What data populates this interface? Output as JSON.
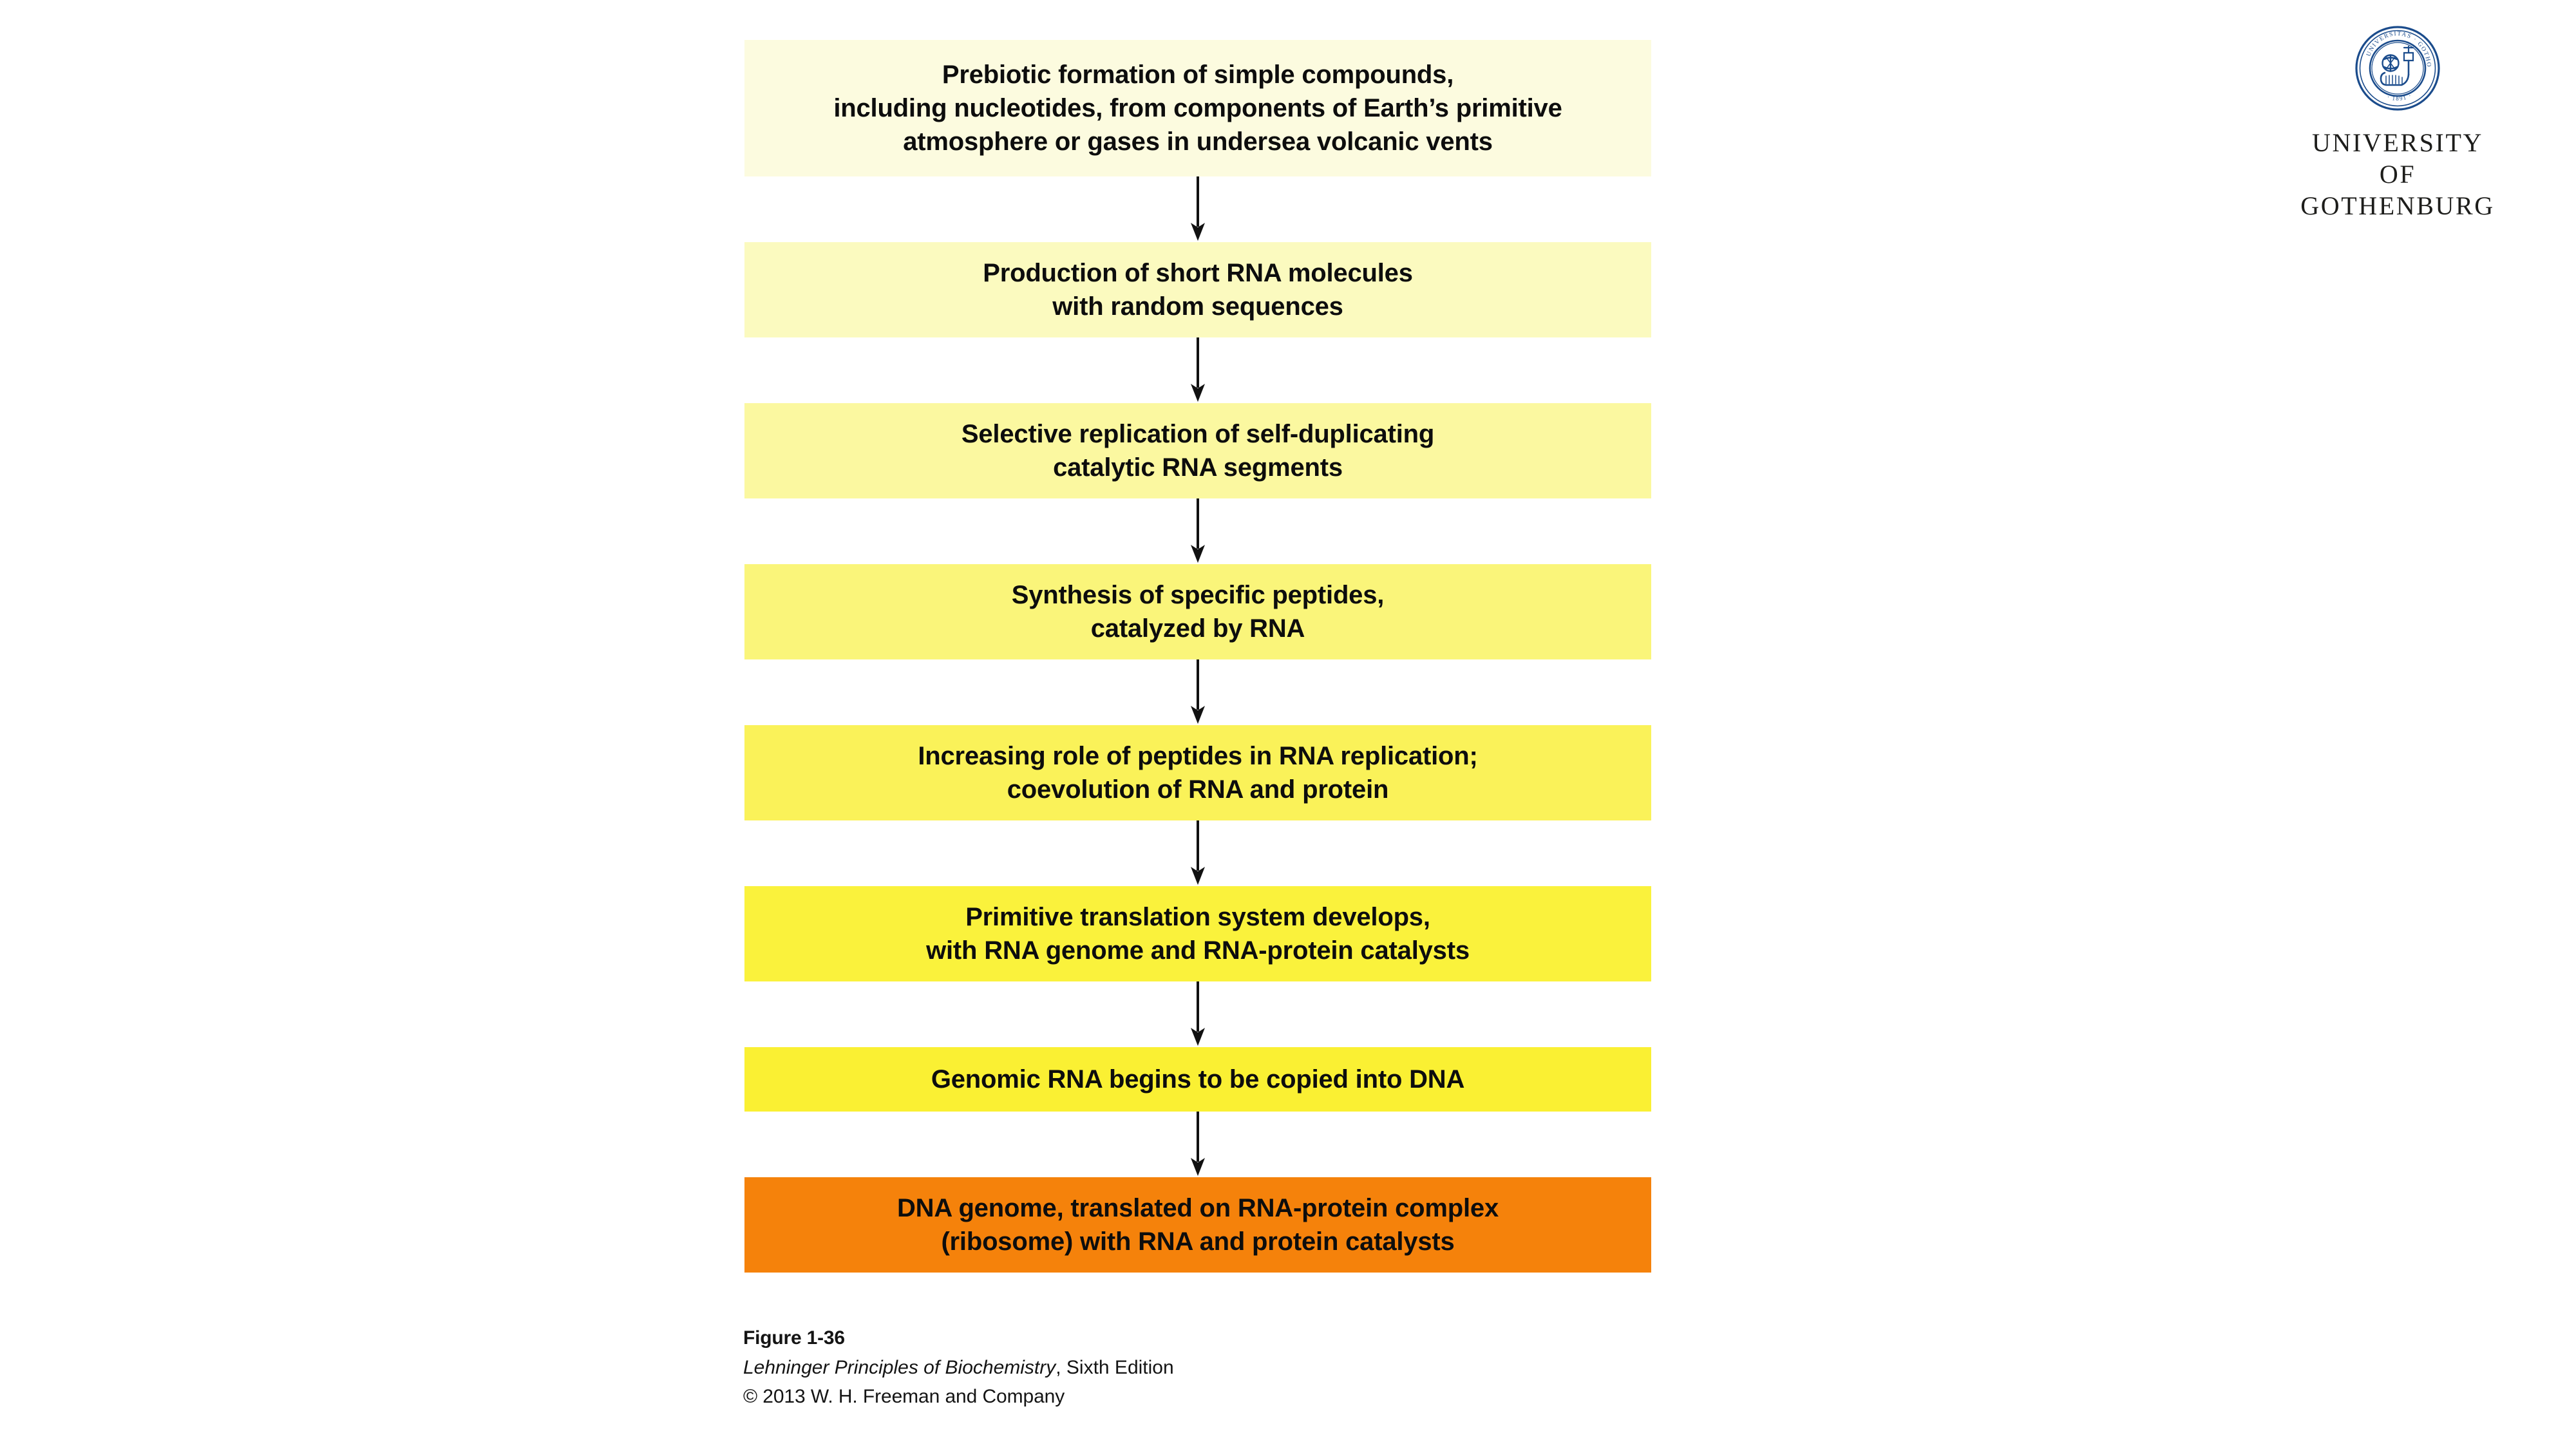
{
  "brand": {
    "logo_icon": "university-seal-icon",
    "seal_color": "#1b4c8c",
    "seal_text_outer": "UNIVERSITAS · GOTHOBURGENSIS",
    "seal_text_year": "1891",
    "name_line1": "UNIVERSITY OF",
    "name_line2": "GOTHENBURG"
  },
  "figure": {
    "arrow_icon": "down-arrow-icon",
    "steps": [
      {
        "id": "step-prebiotic-formation",
        "text": "Prebiotic formation of simple compounds,\ninclud­ing nucleotides, from components of Earth’s primitive\natmosphere or gases in undersea volcanic vents",
        "color": "#fcfbdf",
        "lines": 3
      },
      {
        "id": "step-short-rna-production",
        "text": "Production of short RNA molecules\nwith random sequences",
        "color": "#fbfabf",
        "lines": 2
      },
      {
        "id": "step-selective-replication",
        "text": "Selective replication of self-duplicating\ncatalytic RNA segments",
        "color": "#fbf8a0",
        "lines": 2
      },
      {
        "id": "step-peptide-synthesis",
        "text": "Synthesis of specific peptides,\ncatalyzed by RNA",
        "color": "#faf57a",
        "lines": 2
      },
      {
        "id": "step-peptide-rna-coevolution",
        "text": "Increasing role of peptides in RNA replication;\ncoevolution of RNA and protein",
        "color": "#faf259",
        "lines": 2
      },
      {
        "id": "step-primitive-translation",
        "text": "Primitive translation system develops,\nwith RNA genome and RNA-protein catalysts",
        "color": "#faf23c",
        "lines": 2
      },
      {
        "id": "step-rna-to-dna",
        "text": "Genomic RNA begins to be copied into DNA",
        "color": "#faf033",
        "lines": 1
      },
      {
        "id": "step-dna-genome-ribosome",
        "text": "DNA genome, translated on RNA-protein complex\n(ribosome) with RNA and protein catalysts",
        "color": "#f5820b",
        "lines": 2
      }
    ]
  },
  "caption": {
    "figure_number": "Figure 1-36",
    "source_title": "Lehninger Principles of Biochemistry",
    "source_edition": ", Sixth Edition",
    "copyright": "© 2013 W. H. Freeman and Company"
  }
}
